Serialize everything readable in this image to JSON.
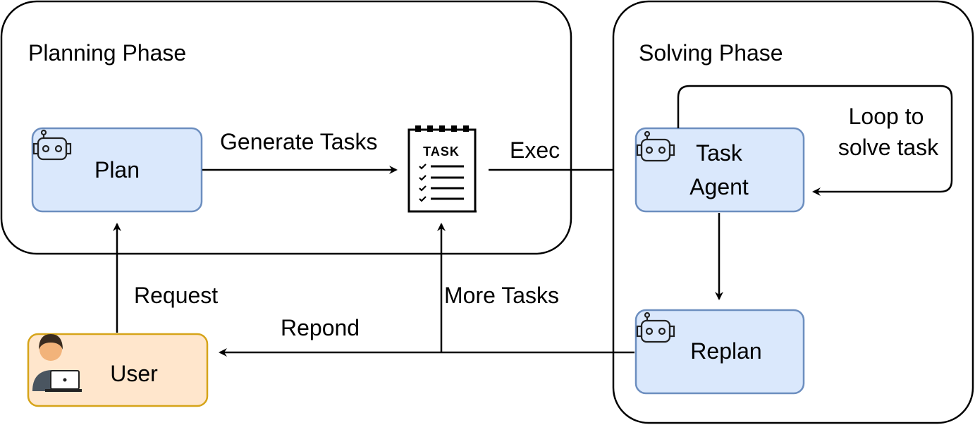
{
  "phases": {
    "planning": "Planning Phase",
    "solving": "Solving Phase"
  },
  "nodes": {
    "plan": "Plan",
    "task_agent_line1": "Task",
    "task_agent_line2": "Agent",
    "replan": "Replan",
    "user": "User",
    "task_doc": "TASK"
  },
  "edges": {
    "generate_tasks": "Generate Tasks",
    "exec": "Exec",
    "loop_line1": "Loop to",
    "loop_line2": "solve task",
    "request": "Request",
    "repond": "Repond",
    "more_tasks": "More Tasks"
  },
  "icons": {
    "robot": "robot-icon",
    "task_list": "task-list-icon",
    "user": "user-laptop-icon"
  },
  "colors": {
    "node_fill": "#dae8fc",
    "node_stroke": "#6c8ebf",
    "user_fill": "#ffe6cc",
    "user_stroke": "#d6a419"
  }
}
